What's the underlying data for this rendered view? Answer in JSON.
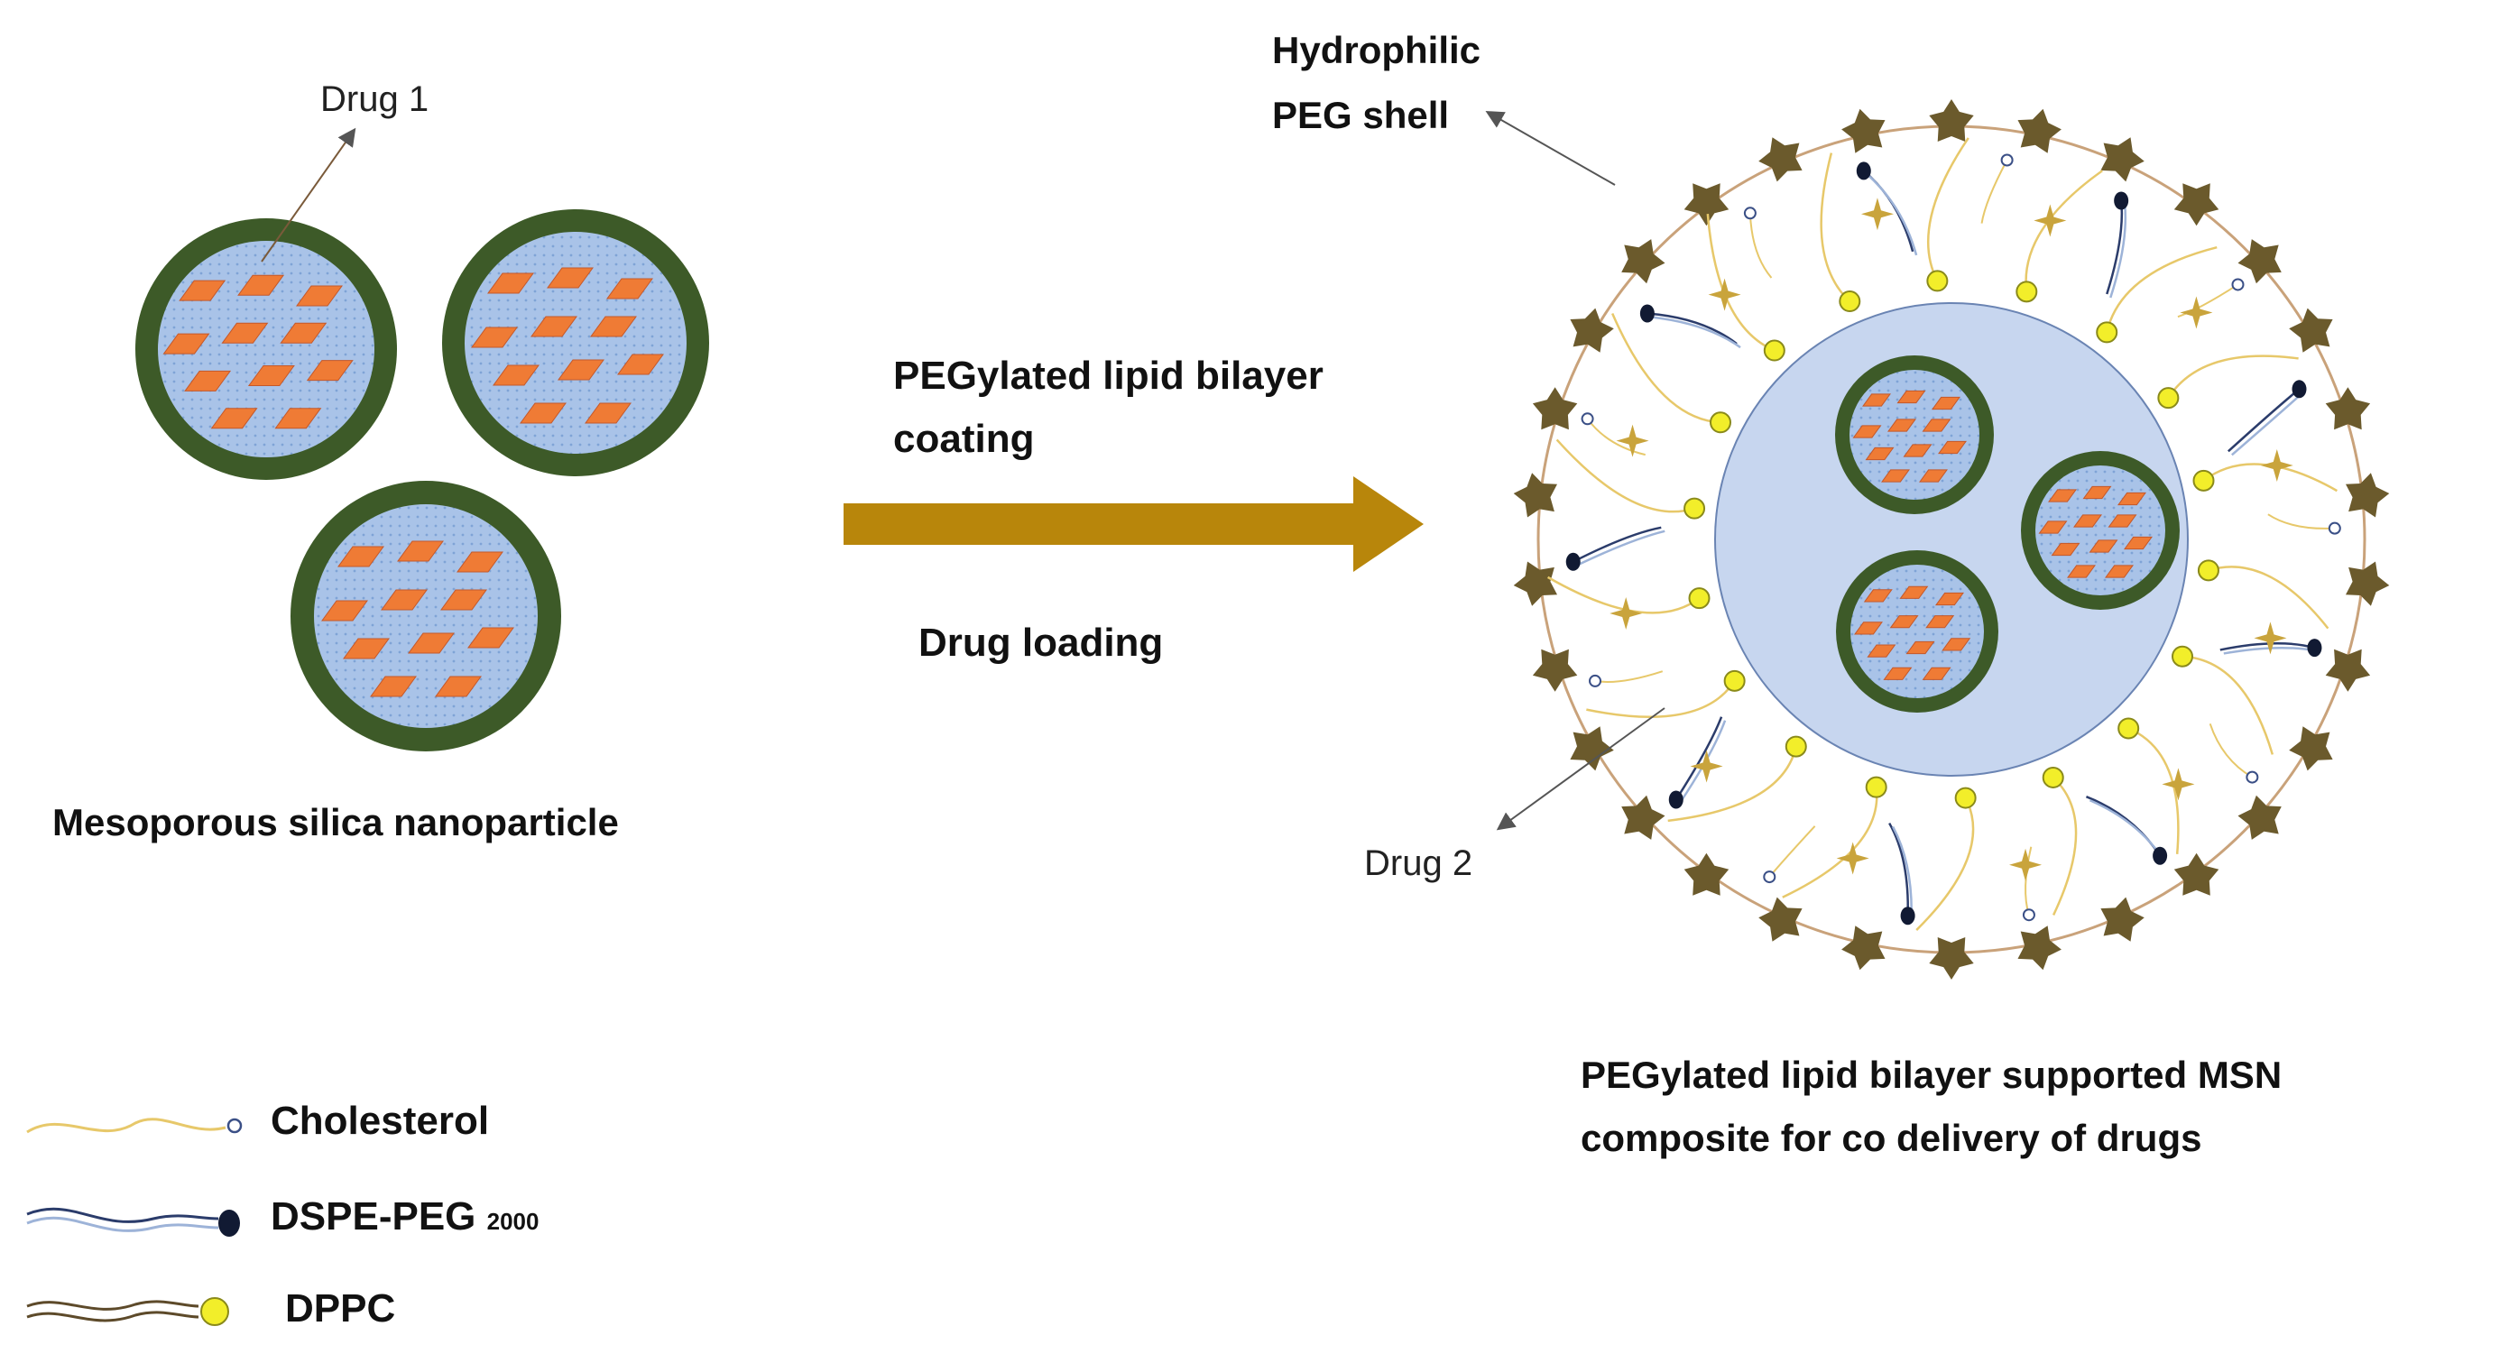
{
  "labels": {
    "drug1": "Drug 1",
    "drug2": "Drug 2",
    "msn_caption": "Mesoporous silica nanoparticle",
    "process_line1": "PEGylated lipid bilayer",
    "process_line2": "coating",
    "drug_loading": "Drug loading",
    "peg_shell_line1": "Hydrophilic",
    "peg_shell_line2": "PEG shell",
    "composite_line1": "PEGylated lipid bilayer supported MSN",
    "composite_line2": "composite for co delivery of drugs"
  },
  "legend": [
    {
      "id": "cholesterol",
      "label": "Cholesterol"
    },
    {
      "id": "dspe",
      "label": "DSPE-PEG",
      "sub": "2000"
    },
    {
      "id": "dppc",
      "label": "DPPC"
    }
  ],
  "colors": {
    "silica_shell": "#3d5a28",
    "pore_core": "#a9c3e8",
    "drug1": "#ef7b35",
    "arrow": "#b8860b",
    "lipid_core": "#c7d6ef",
    "peg_blob": "#6b5a2c",
    "drug2": "#c9a43c",
    "cholesterol_tail": "#e7c86a",
    "dspe_tail": "#2b3c6b",
    "dspe_head": "#111a33",
    "dppc_head": "#f2ee2a"
  }
}
